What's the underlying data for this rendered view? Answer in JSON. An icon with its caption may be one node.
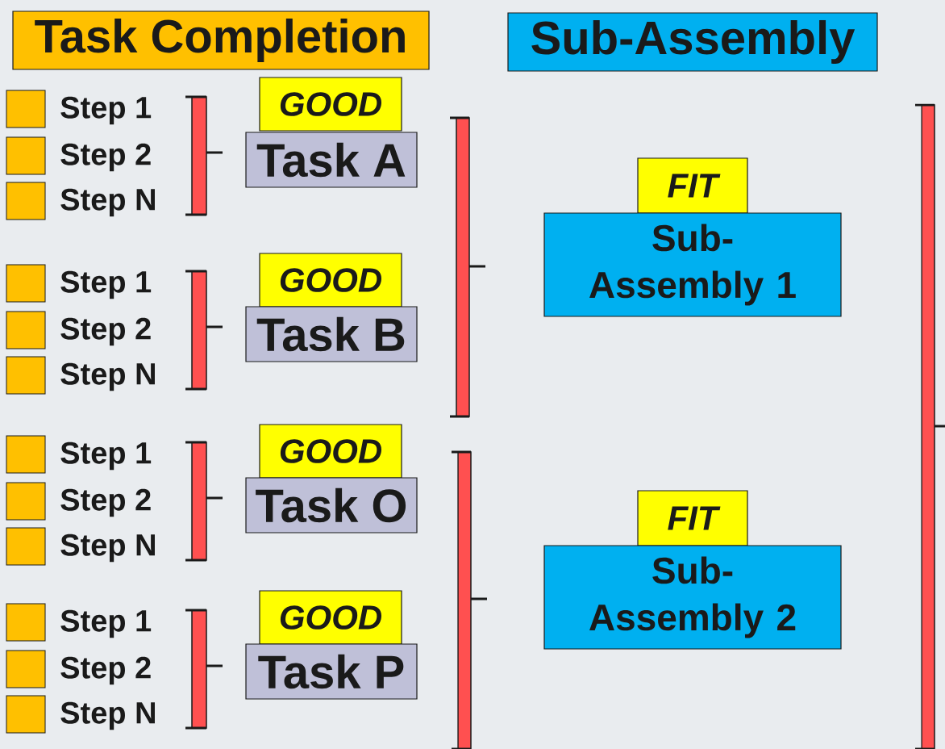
{
  "diagram": {
    "nodes": [
      {
        "text": [
          "Task Completion"
        ]
      },
      {
        "text": [
          "Sub-Assembly"
        ]
      },
      {
        "text": [],
        "shape": "box",
        "beside": [
          "Step 1"
        ]
      },
      {
        "text": [],
        "shape": "box",
        "beside": [
          "Step 2"
        ]
      },
      {
        "text": [],
        "shape": "box",
        "beside": [
          "Step N"
        ]
      },
      {
        "text": [
          "GOOD"
        ]
      },
      {
        "text": [
          "Task A"
        ]
      },
      {
        "text": [
          "FIT"
        ]
      },
      {
        "text": [
          "Sub- Assembly 1"
        ]
      },
      {
        "text": [],
        "shape": "box",
        "beside": [
          "Step 1"
        ]
      },
      {
        "text": [],
        "shape": "box",
        "beside": [
          "Step 2"
        ]
      },
      {
        "text": [],
        "shape": "box",
        "beside": [
          "Step N"
        ]
      },
      {
        "text": [
          "GOOD"
        ]
      },
      {
        "text": [
          "Task B"
        ]
      },
      {
        "text": [],
        "shape": "box",
        "beside": [
          "Step 1"
        ]
      },
      {
        "text": [],
        "shape": "box",
        "beside": [
          "Step 2"
        ]
      },
      {
        "text": [],
        "shape": "box",
        "beside": [
          "Step N"
        ]
      },
      {
        "text": [
          "GOOD"
        ]
      },
      {
        "text": [
          "Task O"
        ]
      },
      {
        "text": [
          "FIT"
        ]
      },
      {
        "text": [
          "Sub- Assembly 2"
        ]
      },
      {
        "text": [],
        "shape": "box",
        "beside": [
          "Step 1"
        ]
      },
      {
        "text": [],
        "shape": "box",
        "beside": [
          "Step 2"
        ]
      },
      {
        "text": [],
        "shape": "box",
        "beside": [
          "Step N"
        ]
      },
      {
        "text": [
          "GOOD"
        ]
      },
      {
        "text": [
          "Task P"
        ]
      }
    ]
  }
}
